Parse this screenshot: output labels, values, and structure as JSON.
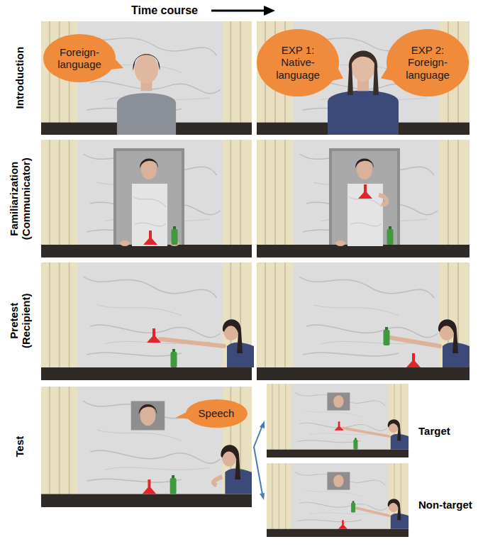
{
  "diagram": {
    "nodes": [
      {
        "text": [
          "Foreign- language"
        ]
      },
      {
        "text": [
          "EXP 1: Native- language"
        ]
      },
      {
        "text": [
          "EXP 2: Foreign- language"
        ]
      },
      {
        "text": [
          "Speech"
        ]
      }
    ],
    "labels": [
      "Time course",
      "Introduction",
      "Familiarization (Communicator)",
      "Pretest (Recipient)",
      "Test",
      "Target",
      "Non-target"
    ]
  }
}
